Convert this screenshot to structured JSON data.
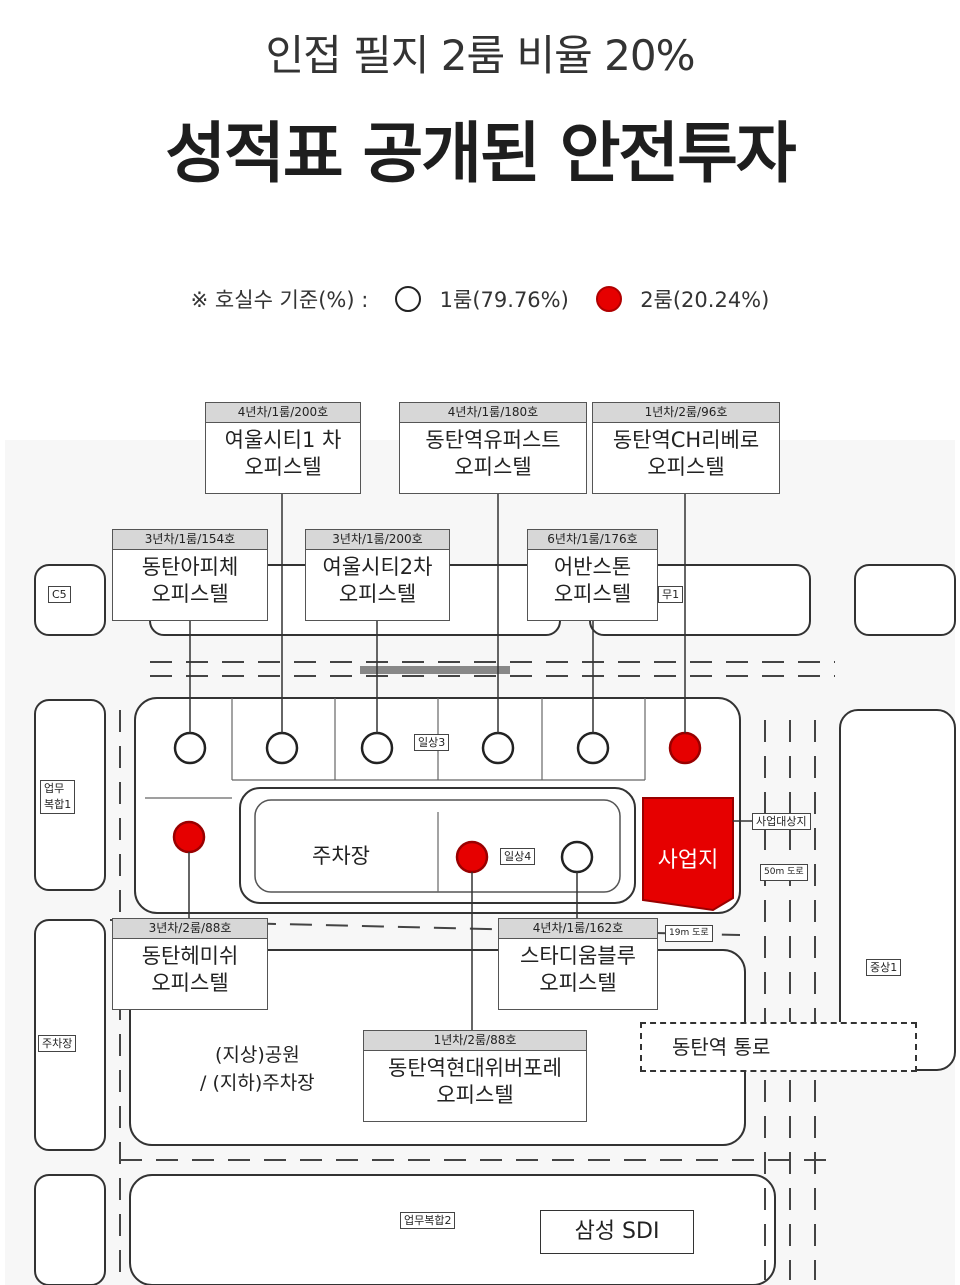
{
  "header": {
    "subtitle": "인접 필지 2룸 비율 20%",
    "title": "성적표 공개된 안전투자"
  },
  "legend": {
    "prefix": "※ 호실수 기준(%) :",
    "one_room": "1룸(79.76%)",
    "two_room": "2룸(20.24%)",
    "colors": {
      "one_room": "#ffffff",
      "two_room": "#e60000"
    }
  },
  "buildings": [
    {
      "info": "4년차/1룸/200호",
      "name1": "여울시티1 차",
      "name2": "오피스텔",
      "type": "1룸"
    },
    {
      "info": "4년차/1룸/180호",
      "name1": "동탄역유퍼스트",
      "name2": "오피스텔",
      "type": "1룸"
    },
    {
      "info": "1년차/2룸/96호",
      "name1": "동탄역CH리베로",
      "name2": "오피스텔",
      "type": "2룸"
    },
    {
      "info": "3년차/1룸/154호",
      "name1": "동탄아피체",
      "name2": "오피스텔",
      "type": "1룸"
    },
    {
      "info": "3년차/1룸/200호",
      "name1": "여울시티2차",
      "name2": "오피스텔",
      "type": "1룸"
    },
    {
      "info": "6년차/1룸/176호",
      "name1": "어반스톤",
      "name2": "오피스텔",
      "type": "1룸"
    },
    {
      "info": "3년차/2룸/88호",
      "name1": "동탄헤미쉬",
      "name2": "오피스텔",
      "type": "2룸"
    },
    {
      "info": "4년차/1룸/162호",
      "name1": "스타디움블루",
      "name2": "오피스텔",
      "type": "1룸"
    },
    {
      "info": "1년차/2룸/88호",
      "name1": "동탄역현대위버포레",
      "name2": "오피스텔",
      "type": "2룸"
    }
  ],
  "map_labels": {
    "c5": "C5",
    "mu1": "무1",
    "il3": "일상3",
    "il4": "일상4",
    "upmu_bokhap1": "업무\n복합1",
    "parking_lot": "주차장",
    "site": "사업지",
    "site_tag": "사업대상지",
    "road_50m": "50m 도로",
    "road_19m": "19m 도로",
    "jungsang1": "중상1",
    "parking_left": "주차장",
    "park1": "(지상)공원",
    "park2": "/ (지하)주차장",
    "passage": "동탄역 통로",
    "upmu_bokhap2": "업무복합2",
    "samsung_sdi": "삼성 SDI"
  }
}
